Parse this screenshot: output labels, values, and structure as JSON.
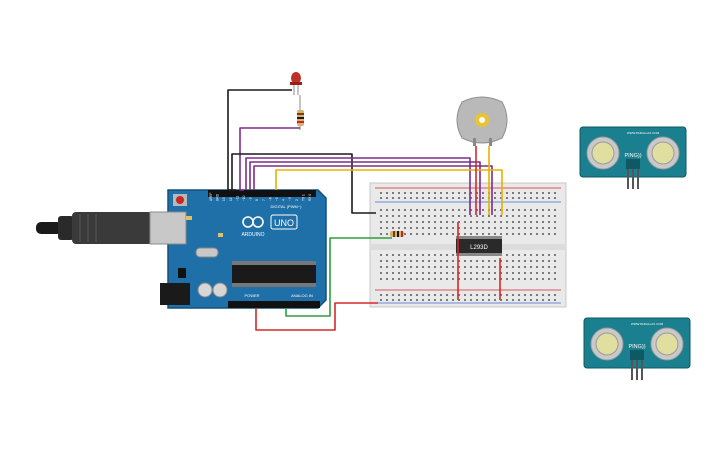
{
  "arduino": {
    "brand": "ARDUINO",
    "model": "UNO",
    "digital_label": "DIGITAL (PWM~)",
    "power_label": "POWER",
    "analog_label": "ANALOG IN",
    "pin_labels": [
      "AREF",
      "GND",
      "13",
      "12",
      "~11",
      "~10",
      "~9",
      "8",
      "7",
      "~6",
      "~5",
      "4",
      "~3",
      "2",
      "TX 1",
      "RX 0"
    ]
  },
  "driver_ic": {
    "label": "L293D"
  },
  "sensors": [
    {
      "model": "PING))",
      "site": "WWW.PARALLAX.COM"
    },
    {
      "model": "PING))",
      "site": "WWW.PARALLAX.COM"
    }
  ],
  "colors": {
    "board": "#1f6fa8",
    "wire_black": "#1a1a1a",
    "wire_purple": "#7b2d8b",
    "wire_yellow": "#e8b100",
    "wire_red": "#d62828",
    "wire_green": "#2e9e3e",
    "breadboard": "#e9e9e9",
    "sensor_teal": "#1a7f8e",
    "led_red": "#c0302a",
    "motor_gray": "#b9b9b9"
  }
}
